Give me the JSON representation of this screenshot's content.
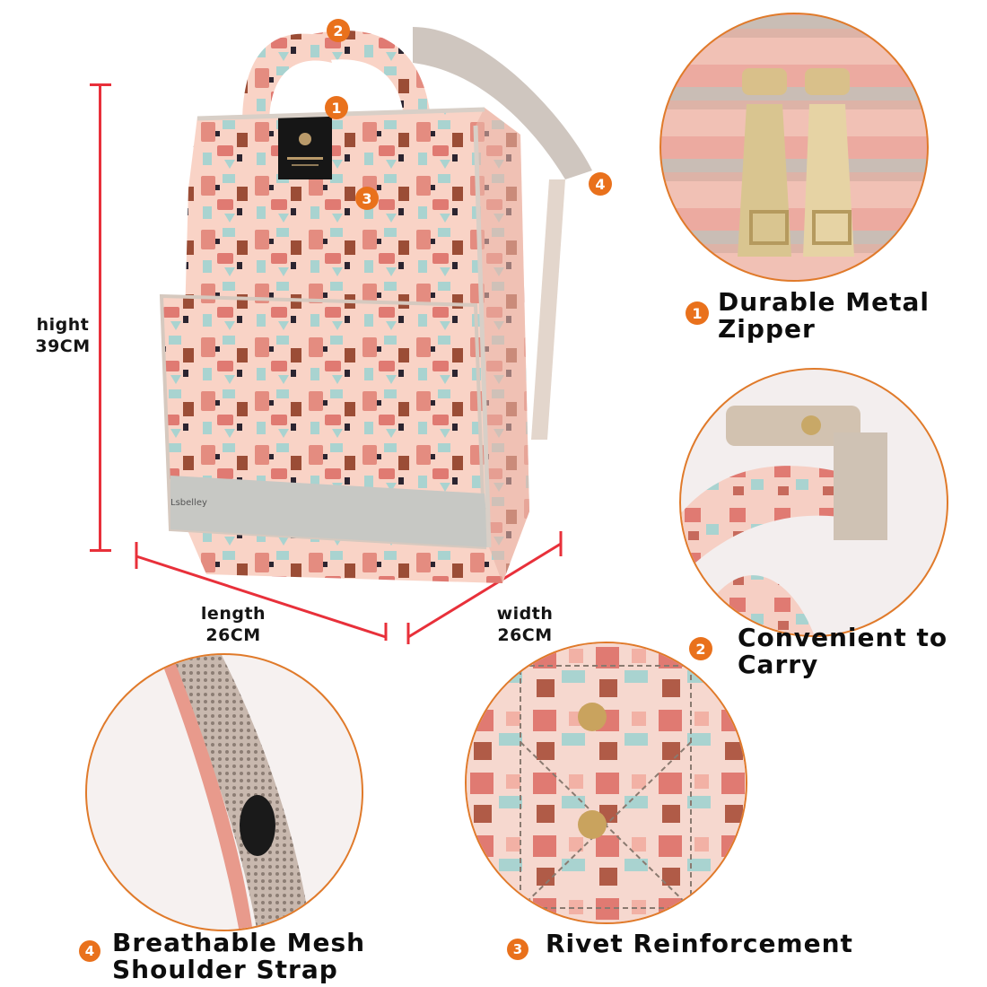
{
  "dimensions": {
    "height": {
      "label": "hight",
      "value": "39CM"
    },
    "length": {
      "label": "length",
      "value": "26CM"
    },
    "width": {
      "label": "width",
      "value": "26CM"
    }
  },
  "product": {
    "brand": "Lsbelley",
    "badges": [
      "2",
      "1",
      "3",
      "4"
    ]
  },
  "features": [
    {
      "number": "1",
      "title_line1": "Durable Metal",
      "title_line2": "Zipper"
    },
    {
      "number": "2",
      "title_line1": "Convenient to",
      "title_line2": "Carry"
    },
    {
      "number": "3",
      "title_line1": "Rivet Reinforcement",
      "title_line2": ""
    },
    {
      "number": "4",
      "title_line1": "Breathable Mesh",
      "title_line2": "Shoulder Strap"
    }
  ],
  "colors": {
    "accent_orange": "#e9711c",
    "dimension_red": "#e8303a",
    "bag_pink": "#f4b8a8",
    "bag_coral": "#e07a72",
    "bag_mint": "#a9d3d0",
    "bag_brown": "#9b4d36",
    "circle_border": "#e07a2a"
  }
}
